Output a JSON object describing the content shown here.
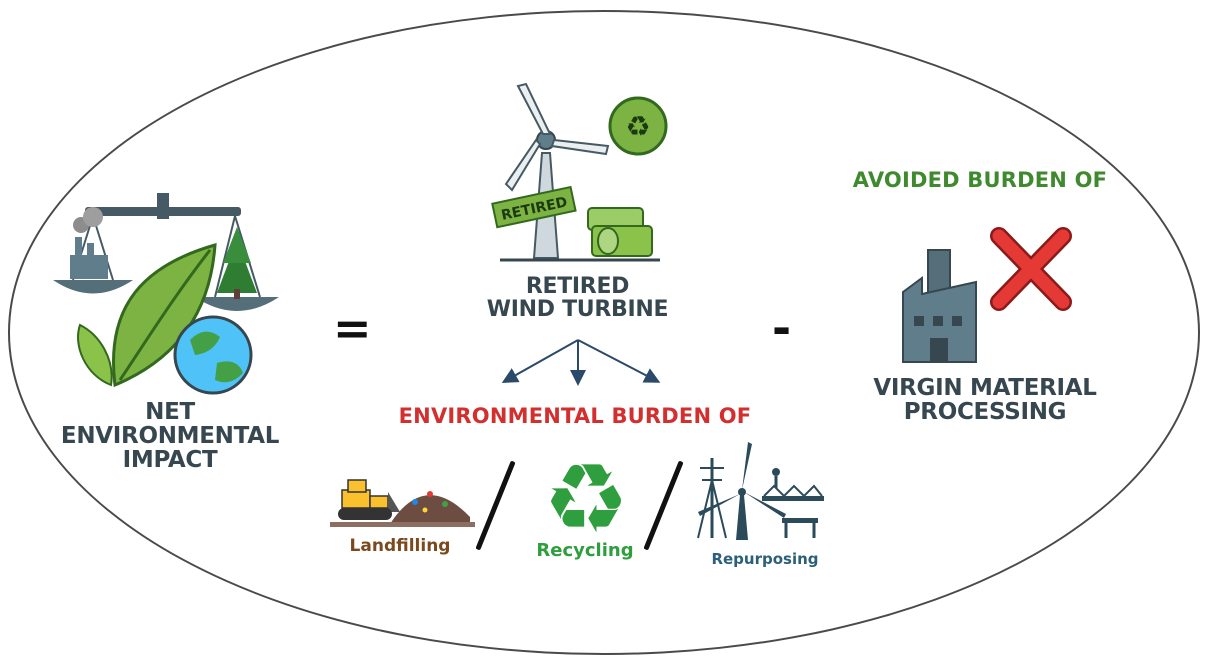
{
  "net_impact": {
    "line1": "NET ENVIRONMENTAL",
    "line2": "IMPACT"
  },
  "operators": {
    "equals": "=",
    "minus": "-"
  },
  "turbine": {
    "line1": "RETIRED",
    "line2": "WIND TURBINE",
    "sign": "RETIRED"
  },
  "environmental_burden": {
    "title": "ENVIRONMENTAL BURDEN OF"
  },
  "options": [
    {
      "label": "Landfilling"
    },
    {
      "label": "Recycling"
    },
    {
      "label": "Repurposing"
    }
  ],
  "avoided_burden": {
    "title": "AVOIDED BURDEN OF"
  },
  "virgin": {
    "line1": "VIRGIN MATERIAL",
    "line2": "PROCESSING"
  },
  "colors": {
    "burden_red": "#d32f2f",
    "avoided_green": "#3f8a2e",
    "recycle_green": "#2e9e3e",
    "landfill_brown": "#7a4a1e",
    "repurpose_blue": "#2b5f7a",
    "dark_text": "#37474f"
  }
}
